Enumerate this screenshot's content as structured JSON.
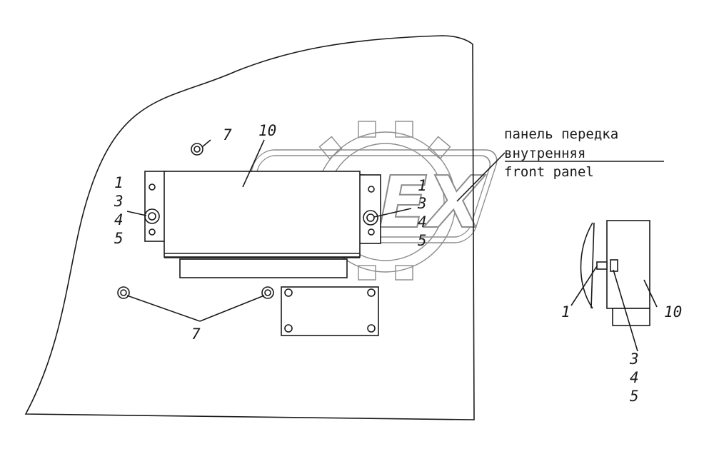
{
  "watermark": {
    "text": "OPEX"
  },
  "labels": {
    "panel_ru_line1": "панель передка",
    "panel_ru_line2": "внутренняя",
    "panel_en": "front panel"
  },
  "callouts": {
    "left_stack": [
      "1",
      "3",
      "4",
      "5"
    ],
    "right_stack": [
      "1",
      "3",
      "4",
      "5"
    ],
    "top_nut": "7",
    "module": "10",
    "bottom_nuts": "7",
    "side_view_bolt": "1",
    "side_view_module": "10",
    "side_view_stack": [
      "3",
      "4",
      "5"
    ]
  },
  "colors": {
    "line": "#1a1a1a",
    "watermark": "#8c8c8c",
    "background": "#ffffff"
  }
}
